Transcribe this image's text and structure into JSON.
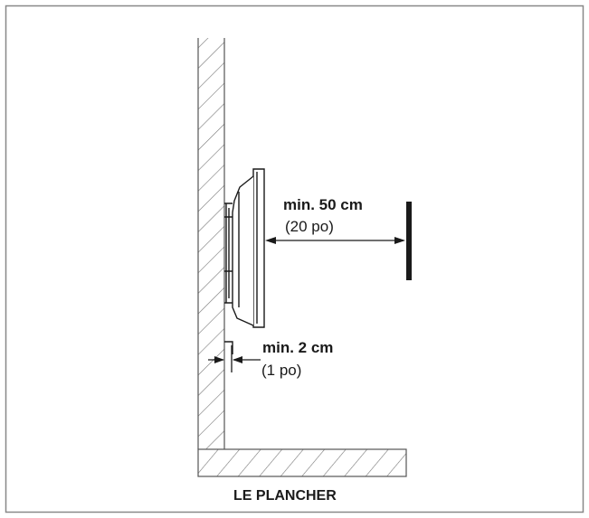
{
  "labels": {
    "top_distance_main": "min. 50 cm",
    "top_distance_sub": "(20 po)",
    "wall_gap_main": "min. 2 cm",
    "wall_gap_sub": "(1 po)",
    "floor": "LE PLANCHER"
  },
  "colors": {
    "frame": "#888888",
    "line": "#1a1a1a",
    "hatch": "#777777",
    "background": "#ffffff"
  }
}
